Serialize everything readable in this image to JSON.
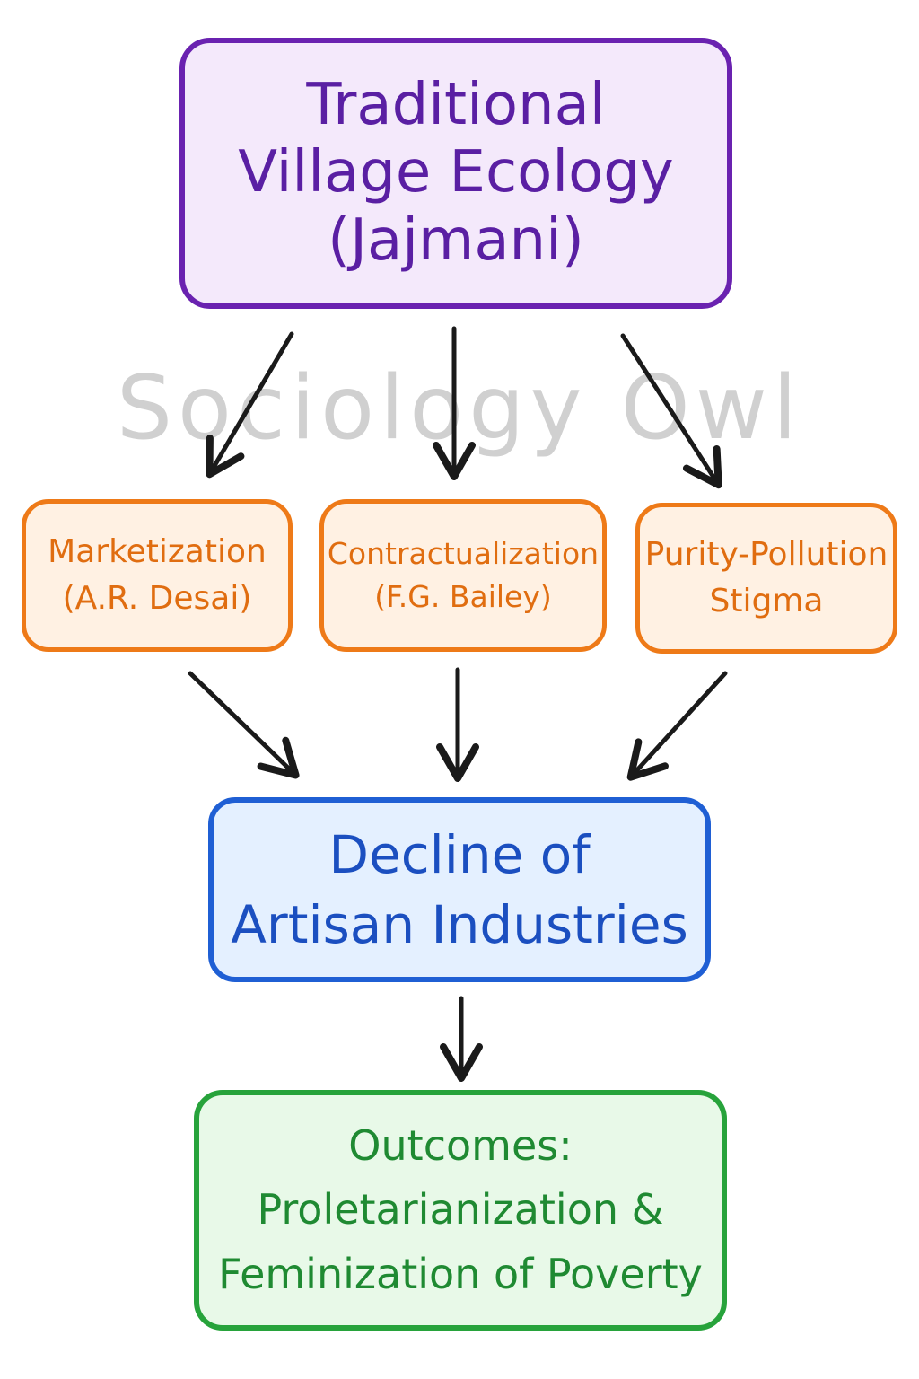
{
  "watermark": "Sociology Owl",
  "nodes": {
    "top": {
      "lines": [
        "Traditional",
        "Village Ecology",
        "(Jajmani)"
      ],
      "fill": "#f4e9fb",
      "stroke": "#6a22b0",
      "text_color": "#5a1fa3"
    },
    "factor_1": {
      "lines": [
        "Marketization",
        "(A.R. Desai)"
      ],
      "fill": "#fff1e3",
      "stroke": "#ee7a18",
      "text_color": "#e06d10"
    },
    "factor_2": {
      "lines": [
        "Contractualization",
        "(F.G. Bailey)"
      ],
      "fill": "#fff1e3",
      "stroke": "#ee7a18",
      "text_color": "#e06d10"
    },
    "factor_3": {
      "lines": [
        "Purity-Pollution",
        "Stigma"
      ],
      "fill": "#fff1e3",
      "stroke": "#ee7a18",
      "text_color": "#e06d10"
    },
    "decline": {
      "lines": [
        "Decline of",
        "Artisan Industries"
      ],
      "fill": "#e4f0ff",
      "stroke": "#1f5fd4",
      "text_color": "#1b4fc0"
    },
    "outcomes": {
      "lines": [
        "Outcomes:",
        "Proletarianization &",
        "Feminization of Poverty"
      ],
      "fill": "#e8f9e8",
      "stroke": "#27a33b",
      "text_color": "#1f8a32"
    }
  },
  "edges": [
    {
      "from": "top",
      "to": "factor_1"
    },
    {
      "from": "top",
      "to": "factor_2"
    },
    {
      "from": "top",
      "to": "factor_3"
    },
    {
      "from": "factor_1",
      "to": "decline"
    },
    {
      "from": "factor_2",
      "to": "decline"
    },
    {
      "from": "factor_3",
      "to": "decline"
    },
    {
      "from": "decline",
      "to": "outcomes"
    }
  ],
  "arrow_color": "#1a1a1a"
}
